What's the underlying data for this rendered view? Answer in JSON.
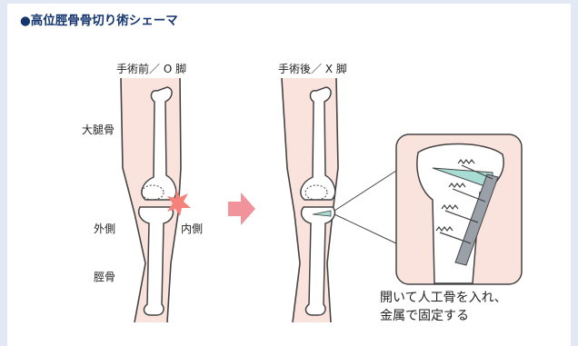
{
  "title": "●高位脛骨骨切り術シェーマ",
  "before_label": "手術前／ O 脚",
  "after_label": "手術後／ X 脚",
  "labels": {
    "femur": "大腿骨",
    "lateral": "外側",
    "medial": "内側",
    "tibia": "脛骨"
  },
  "note_line1": "開いて人工骨を入れ、",
  "note_line2": "金属で固定する",
  "colors": {
    "skin": "#fbe3dd",
    "outline": "#444444",
    "pain_star": "#f4827a",
    "arrow": "#f0939b",
    "wedge": "#a9dcd5",
    "plate": "#9aa0a7",
    "title": "#14356f"
  }
}
